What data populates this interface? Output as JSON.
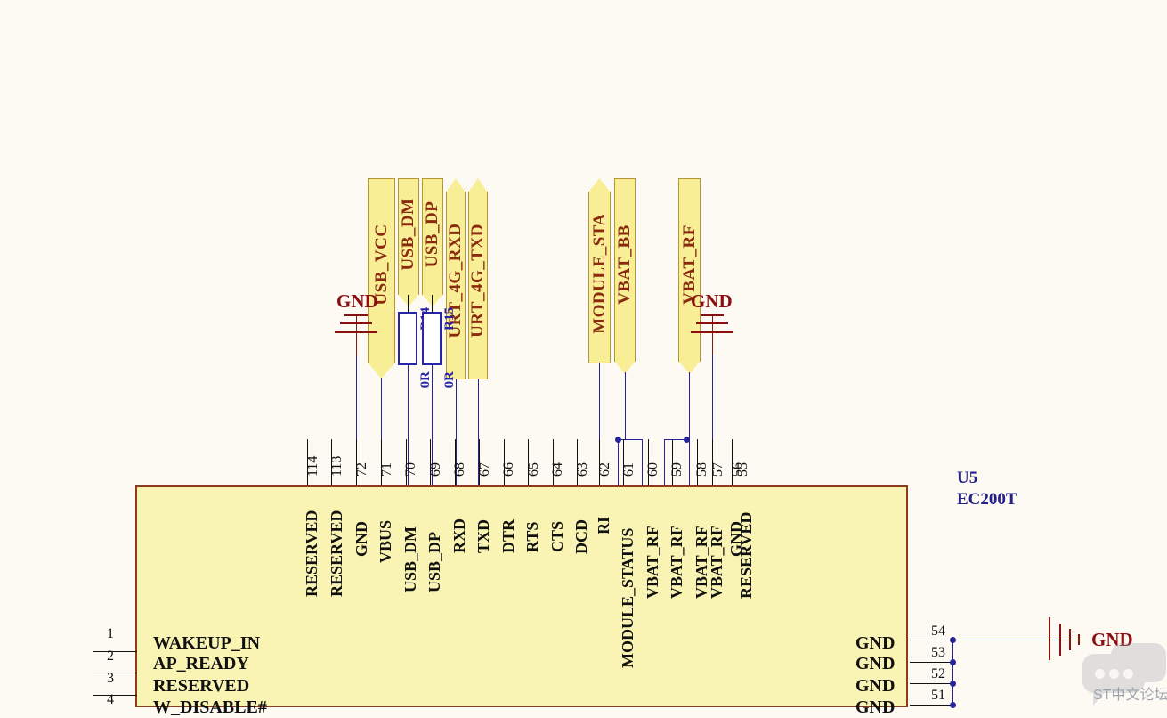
{
  "sheet": {
    "background": "#fdf9f3",
    "wire_color": "#26249c",
    "port_fill": "#f7ee95",
    "port_border": "#b79433",
    "ic_fill": "#f9f4b4",
    "ic_border": "#8e3b1a",
    "label_color": "#8a2b0f",
    "gnd_color": "#8a1010",
    "designator_color": "#232188"
  },
  "designator": {
    "ref": "U5",
    "part": "EC200T"
  },
  "ports": [
    {
      "label": "USB_VCC",
      "name": "port-usb-vcc",
      "tip": "down"
    },
    {
      "label": "USB_DM",
      "name": "port-usb-dm",
      "tip": "down"
    },
    {
      "label": "USB_DP",
      "name": "port-usb-dp",
      "tip": "down"
    },
    {
      "label": "URT_4G_RXD",
      "name": "port-urt-4g-rxd",
      "tip": "up"
    },
    {
      "label": "URT_4G_TXD",
      "name": "port-urt-4g-txd",
      "tip": "up"
    },
    {
      "label": "MODULE_STA",
      "name": "port-module-sta",
      "tip": "up"
    },
    {
      "label": "VBAT_BB",
      "name": "port-vbat-bb",
      "tip": "down"
    },
    {
      "label": "VBAT_RF",
      "name": "port-vbat-rf",
      "tip": "down"
    }
  ],
  "resistors": [
    {
      "ref": "R14",
      "value": "0R"
    },
    {
      "ref": "R15",
      "value": "0R"
    }
  ],
  "gnd_symbols": [
    {
      "name": "gnd-usb",
      "label": "GND"
    },
    {
      "name": "gnd-vbat",
      "label": "GND"
    },
    {
      "name": "gnd-right",
      "label": "GND"
    }
  ],
  "top_pins": [
    {
      "num": "114",
      "label": "RESERVED"
    },
    {
      "num": "113",
      "label": "RESERVED"
    },
    {
      "num": "72",
      "label": "GND"
    },
    {
      "num": "71",
      "label": "VBUS"
    },
    {
      "num": "70",
      "label": "USB_DM"
    },
    {
      "num": "69",
      "label": "USB_DP"
    },
    {
      "num": "68",
      "label": "RXD"
    },
    {
      "num": "67",
      "label": "TXD"
    },
    {
      "num": "66",
      "label": "DTR"
    },
    {
      "num": "65",
      "label": "RTS"
    },
    {
      "num": "64",
      "label": "CTS"
    },
    {
      "num": "63",
      "label": "DCD"
    },
    {
      "num": "62",
      "label": "RI"
    },
    {
      "num": "61",
      "label": "MODULE_STATUS"
    },
    {
      "num": "60",
      "label": "VBAT_RF"
    },
    {
      "num": "59",
      "label": "VBAT_RF"
    },
    {
      "num": "58",
      "label": "VBAT_RF"
    },
    {
      "num": "57",
      "label": "VBAT_RF"
    },
    {
      "num": "56",
      "label": "GND"
    },
    {
      "num": "55",
      "label": "RESERVED"
    }
  ],
  "left_pins": [
    {
      "num": "1",
      "label": "WAKEUP_IN"
    },
    {
      "num": "2",
      "label": "AP_READY"
    },
    {
      "num": "3",
      "label": "RESERVED"
    },
    {
      "num": "4",
      "label": "W_DISABLE#"
    }
  ],
  "right_pins": [
    {
      "num": "54",
      "label": "GND"
    },
    {
      "num": "53",
      "label": "GND"
    },
    {
      "num": "52",
      "label": "GND"
    },
    {
      "num": "51",
      "label": "GND"
    }
  ],
  "watermark": {
    "text": "ST中文论坛"
  }
}
